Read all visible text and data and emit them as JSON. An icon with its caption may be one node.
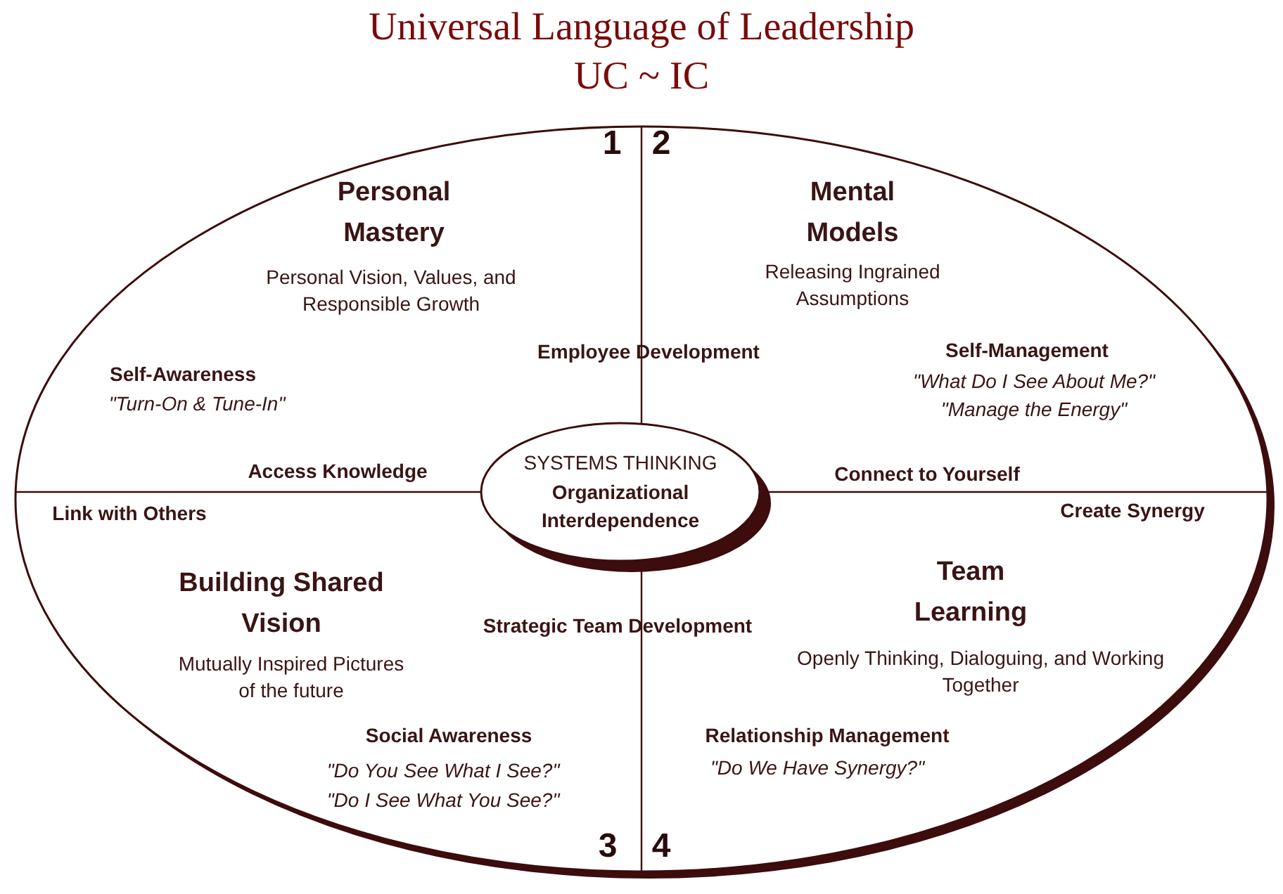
{
  "diagram": {
    "title": "Universal Language of Leadership",
    "nodes": [
      {
        "text": [],
        "shape": "ellipse"
      },
      {
        "text": [
          "SYSTEMS THINKING",
          "Organizational Interdependence"
        ],
        "in": 0
      }
    ],
    "labels": [
      "UC ~ IC",
      "1",
      "2",
      "Personal Mastery",
      "Mental Models",
      "Personal Vision, Values, and Responsible Growth",
      "Releasing Ingrained Assumptions",
      "Employee Development",
      "Self-Management",
      "Self-Awareness",
      "\"What Do I See About Me?\"",
      "\"Turn-On & Tune-In\"",
      "\"Manage the Energy\"",
      "Access Knowledge",
      "Connect to Yourself",
      "Link with Others",
      "Create Synergy",
      "Building Shared Vision",
      "Team Learning",
      "Strategic Team Development",
      "Mutually Inspired Pictures of the future",
      "Openly Thinking, Dialoguing, and Working Together",
      "Social Awareness",
      "Relationship Management",
      "\"Do You See What I See?\"",
      "\"Do We Have Synergy?\"",
      "\"Do I See What You See?\"",
      "3",
      "4"
    ]
  }
}
